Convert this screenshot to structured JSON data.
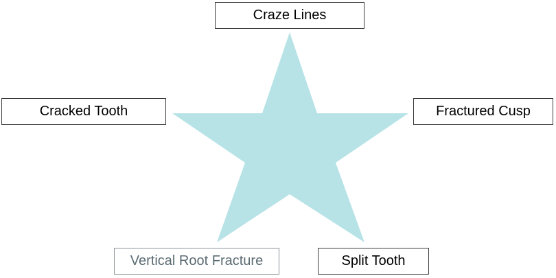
{
  "diagram": {
    "star_color": "#b7e3e7",
    "labels": {
      "top": "Craze Lines",
      "left": "Cracked Tooth",
      "right": "Fractured Cusp",
      "bottom_left": "Vertical Root Fracture",
      "bottom_right": "Split Tooth"
    }
  }
}
